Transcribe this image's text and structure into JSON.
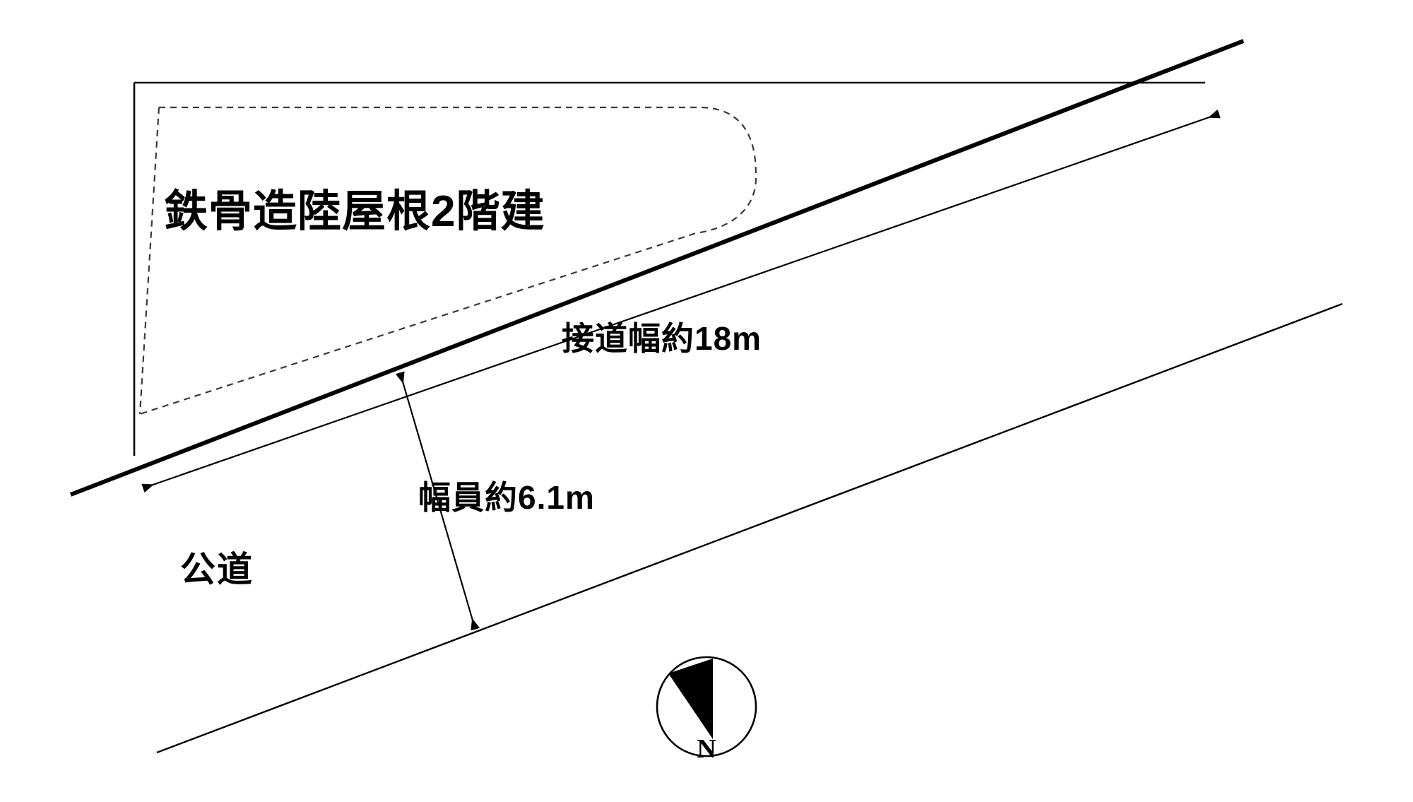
{
  "diagram": {
    "title_label": "鉄骨造陸屋根2階建",
    "frontage_label": "接道幅約18m",
    "road_width_label": "幅員約6.1m",
    "road_type_label": "公道",
    "north_label": "N",
    "colors": {
      "line": "#000000",
      "building_dash": "#3a3a3a",
      "background": "#ffffff",
      "needle": "#000000"
    },
    "measurements": {
      "frontage_width_m": 18,
      "road_width_m": 6.1
    },
    "elements": {
      "site_boundary": "site-parcel-outline",
      "building_footprint": "building-footprint-outline",
      "public_road": "public-road",
      "frontage_dimension": "frontage-dimension-arrow",
      "road_width_dimension": "road-width-dimension-arrow",
      "compass": "north-compass-rose"
    }
  }
}
